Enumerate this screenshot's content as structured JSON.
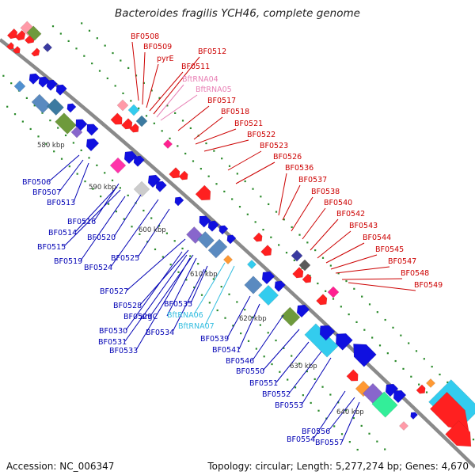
{
  "title": "Bacteroides fragilis YCH46, complete genome",
  "footer": {
    "accession": "Accession: NC_006347",
    "summary": "Topology: circular; Length: 5,277,274 bp; Genes: 4,670"
  },
  "colors": {
    "backbone": "#8a8a8a",
    "forward_label": "#cc0000",
    "trna_pink": "#e87fb4",
    "reverse_label": "#0000b4",
    "trna_cyan": "#33bde0",
    "tick_dots": "#2a8a2a"
  },
  "kbp_ticks": [
    "580 kbp",
    "590 kbp",
    "600 kbp",
    "610 kbp",
    "620 kbp",
    "630 kbp",
    "640 kbp"
  ],
  "forward_labels": [
    "BF0508",
    "BF0509",
    "pyrE",
    "BF0511",
    "BF0512",
    "BftRNA04",
    "BftRNA05",
    "BF0517",
    "BF0518",
    "BF0521",
    "BF0522",
    "BF0523",
    "BF0526",
    "BF0536",
    "BF0537",
    "BF0538",
    "BF0540",
    "BF0542",
    "BF0543",
    "BF0544",
    "BF0545",
    "BF0547",
    "BF0548",
    "BF0549"
  ],
  "reverse_labels": [
    "BF0506",
    "BF0507",
    "BF0513",
    "BF0516",
    "BF0514",
    "BF0515",
    "BF0519",
    "BF0520",
    "BF0524",
    "BF0525",
    "BF0527",
    "BF0528",
    "BF0529",
    "argC",
    "BF0535",
    "BftRNA06",
    "BftRNA07",
    "BF0530",
    "BF0531",
    "BF0533",
    "BF0534",
    "BF0539",
    "BF0541",
    "BF0546",
    "BF0550",
    "BF0551",
    "BF0552",
    "BF0553",
    "BF0554",
    "BF0556",
    "BF0557"
  ]
}
